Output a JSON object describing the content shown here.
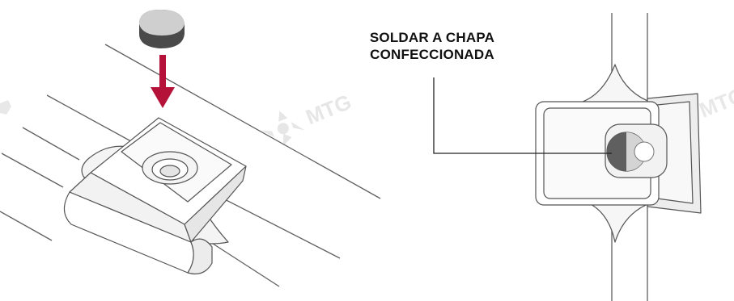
{
  "callout": {
    "line1": "SOLDAR A CHAPA",
    "line2": "CONFECCIONADA"
  },
  "watermark": {
    "text": "MTG",
    "color": "#e6e6e6"
  },
  "colors": {
    "arrow": "#b5123a",
    "line": "#555555",
    "plate_dark": "#666666",
    "plate_light": "#cfcfcf"
  },
  "icons": {
    "arrow": "down-arrow-icon",
    "watermark": "mtg-logo-watermark"
  }
}
